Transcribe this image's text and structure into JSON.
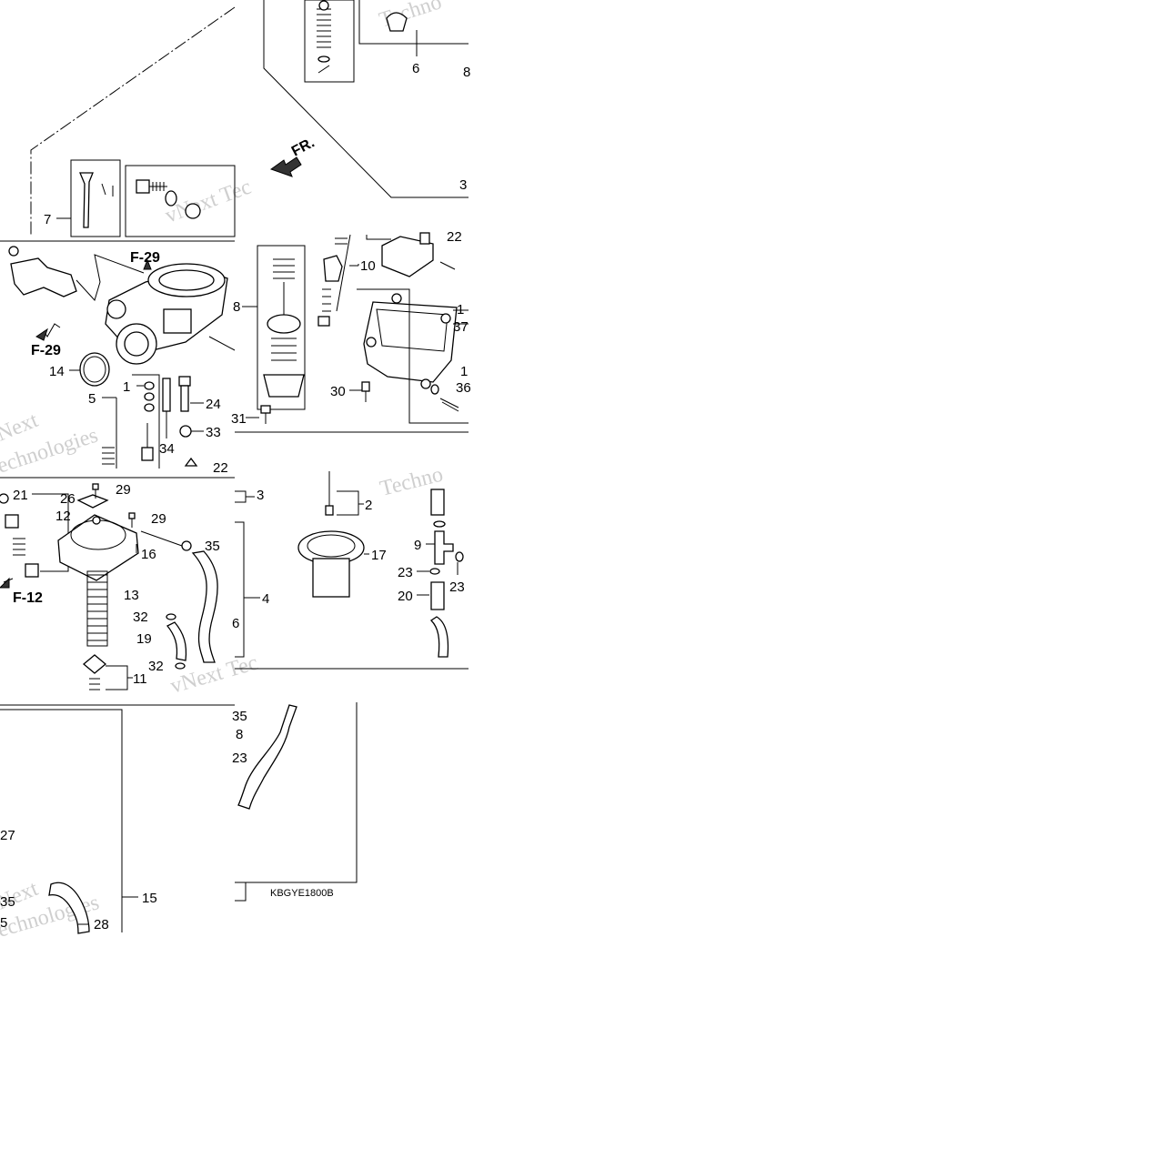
{
  "diagram": {
    "code": "KBGYE1800B",
    "front_marker": "FR.",
    "refs": [
      "F-29",
      "F-29",
      "F-12"
    ],
    "callouts": {
      "c6": "6",
      "c8a": "8",
      "c3a": "3",
      "c7": "7",
      "c22a": "22",
      "c10": "10",
      "c8b": "8",
      "c1a": "1",
      "c37": "37",
      "c1b": "1",
      "c36": "36",
      "c30": "30",
      "c31": "31",
      "c14": "14",
      "c5": "5",
      "c1c": "1",
      "c24": "24",
      "c33": "33",
      "c34": "34",
      "c22b": "22",
      "c21": "21",
      "c26": "26",
      "c29a": "29",
      "c12": "12",
      "c29b": "29",
      "c16": "16",
      "c35a": "35",
      "c13": "13",
      "c32a": "32",
      "c19": "19",
      "c32b": "32",
      "c11": "11",
      "c3b": "3",
      "c4": "4",
      "c6b": "6",
      "c2": "2",
      "c17": "17",
      "c9": "9",
      "c23a": "23",
      "c23b": "23",
      "c20": "20",
      "c35b": "35",
      "c8c": "8",
      "c23c": "23",
      "c27": "27",
      "c15": "15",
      "c28": "28",
      "c35c": "35",
      "c5b": "5"
    }
  }
}
